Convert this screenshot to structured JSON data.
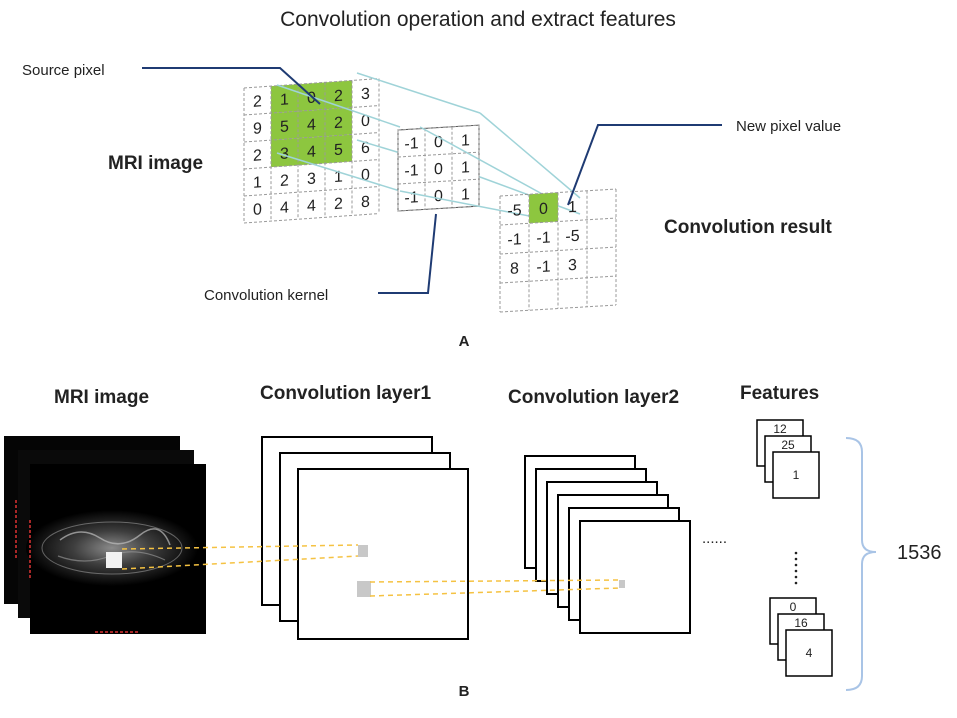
{
  "panel_a": {
    "title": "Convolution operation and extract features",
    "label": "A",
    "source_pixel_label": "Source pixel",
    "mri_image_label": "MRI image",
    "new_pixel_label": "New pixel value",
    "convolution_result_label": "Convolution result",
    "convolution_kernel_label": "Convolution kernel",
    "source_grid": [
      [
        "2",
        "1",
        "0",
        "2",
        "3"
      ],
      [
        "9",
        "5",
        "4",
        "2",
        "0"
      ],
      [
        "2",
        "3",
        "4",
        "5",
        "6"
      ],
      [
        "1",
        "2",
        "3",
        "1",
        "0"
      ],
      [
        "0",
        "4",
        "4",
        "2",
        "8"
      ]
    ],
    "kernel_grid": [
      [
        "-1",
        "0",
        "1"
      ],
      [
        "-1",
        "0",
        "1"
      ],
      [
        "-1",
        "0",
        "1"
      ]
    ],
    "result_grid": [
      [
        "-5",
        "0",
        "1"
      ],
      [
        "-1",
        "-1",
        "-5"
      ],
      [
        "8",
        "-1",
        "3"
      ]
    ],
    "highlight_color": "#8dc63f"
  },
  "panel_b": {
    "label": "B",
    "mri_image_label": "MRI image",
    "layer1_label": "Convolution layer1",
    "layer2_label": "Convolution layer2",
    "features_label": "Features",
    "ellipsis_horizontal": "......",
    "feature_count": "1536",
    "feature_stack_top": [
      "12",
      "25",
      "1"
    ],
    "feature_stack_bottom": [
      "0",
      "16",
      "4"
    ],
    "connector_color": "#f5c242",
    "brace_color": "#a9c4e6"
  }
}
